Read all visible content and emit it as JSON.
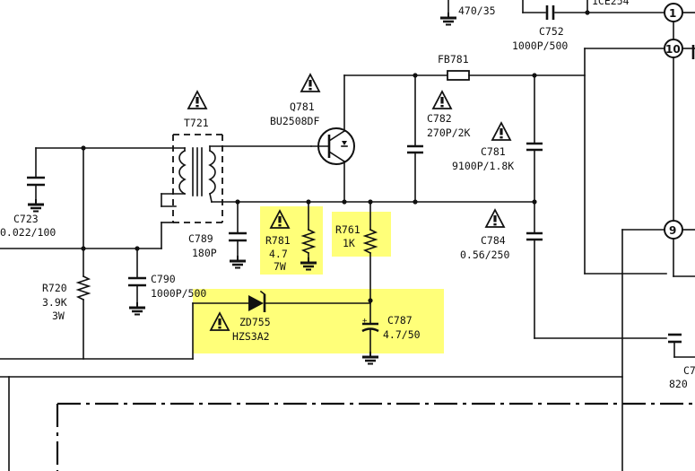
{
  "components": {
    "c741_value": "470/35",
    "c752_ref": "C752",
    "c752_value": "1000P/500",
    "c754_ref_partial": "1CE254",
    "fb781_ref": "FB781",
    "q781_ref": "Q781",
    "q781_part": "BU2508DF",
    "t721_ref": "T721",
    "c782_ref": "C782",
    "c782_value": "270P/2K",
    "c781_ref": "C781",
    "c781_value": "9100P/1.8K",
    "c723_ref": "C723",
    "c723_value": "0.022/100",
    "c789_ref": "C789",
    "c789_value": "180P",
    "r781_ref": "R781",
    "r781_value": "4.7",
    "r781_power": "7W",
    "r761_ref": "R761",
    "r761_value": "1K",
    "c784_ref": "C784",
    "c784_value": "0.56/250",
    "c790_ref": "C790",
    "c790_value": "1000P/500",
    "r720_ref": "R720",
    "r720_value": "3.9K",
    "r720_power": "3W",
    "zd755_ref": "ZD755",
    "zd755_part": "HZS3A2",
    "c787_ref": "C787",
    "c787_value": "4.7/50",
    "c7xx_ref_partial": "C7",
    "c7xx_value_partial": "820"
  },
  "connectors": {
    "pin1": "1",
    "pin10": "10",
    "pin9": "9"
  },
  "highlight_color": "#ffff66"
}
